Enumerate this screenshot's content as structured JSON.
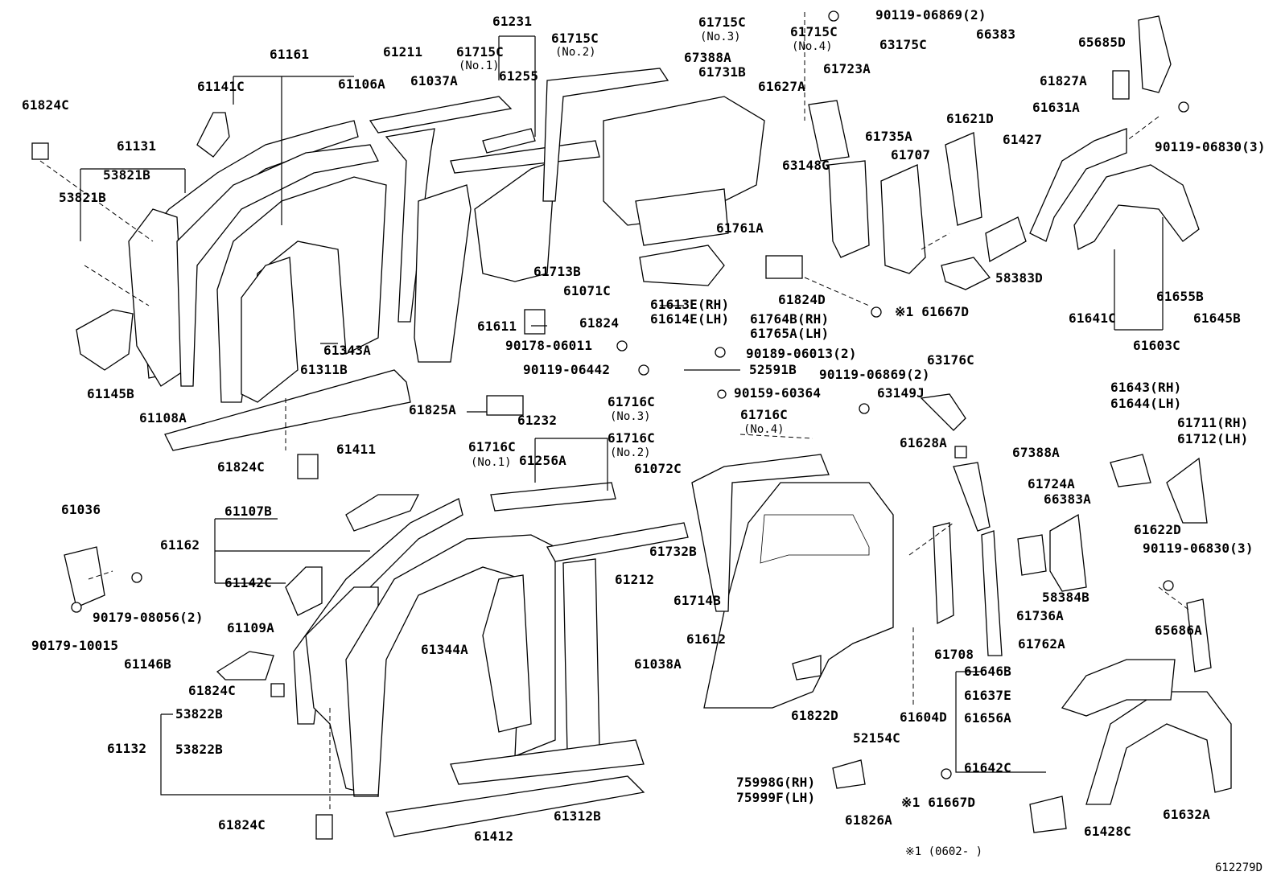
{
  "labels": {
    "l61161": "61161",
    "l61211": "61211",
    "l61231": "61231",
    "l61715C_1": "61715C",
    "l61715C_1n": "(No.1)",
    "l61715C_2": "61715C",
    "l61715C_2n": "(No.2)",
    "l61715C_3": "61715C",
    "l61715C_3n": "(No.3)",
    "l61715C_4": "61715C",
    "l61715C_4n": "(No.4)",
    "l90119_06869a": "90119-06869(2)",
    "l66383": "66383",
    "l65685D": "65685D",
    "l61141C": "61141C",
    "l61106A": "61106A",
    "l61037A": "61037A",
    "l61255": "61255",
    "l67388A_a": "67388A",
    "l61731B": "61731B",
    "l61627A": "61627A",
    "l61723A": "61723A",
    "l63175C": "63175C",
    "l61827A": "61827A",
    "l61824C_a": "61824C",
    "l61131": "61131",
    "l53821B_a": "53821B",
    "l53821B_b": "53821B",
    "l61621D": "61621D",
    "l61631A": "61631A",
    "l61427": "61427",
    "l90119_06830a": "90119-06830(3)",
    "l61735A": "61735A",
    "l61707": "61707",
    "l63148G": "63148G",
    "l61761A": "61761A",
    "l61713B": "61713B",
    "l61071C": "61071C",
    "l61613E": "61613E(RH)",
    "l61614E": "61614E(LH)",
    "l61764B": "61764B(RH)",
    "l61765A": "61765A(LH)",
    "l61824D": "61824D",
    "l61667D_a": "※1 61667D",
    "l58383D": "58383D",
    "l61655B": "61655B",
    "l61641C": "61641C",
    "l61645B": "61645B",
    "l61603C": "61603C",
    "l61145B": "61145B",
    "l61611": "61611",
    "l61824": "61824",
    "l90178_06011": "90178-06011",
    "l90189_06013": "90189-06013(2)",
    "l61343A": "61343A",
    "l61311B": "61311B",
    "l90119_06442": "90119-06442",
    "l52591B": "52591B",
    "l90119_06869b": "90119-06869(2)",
    "l63176C": "63176C",
    "l61108A": "61108A",
    "l90159_60364": "90159-60364",
    "l63149J": "63149J",
    "l61825A": "61825A",
    "l61716C_3": "61716C",
    "l61716C_3n": "(No.3)",
    "l61716C_4": "61716C",
    "l61716C_4n": "(No.4)",
    "l61643": "61643(RH)",
    "l61644": "61644(LH)",
    "l61411": "61411",
    "l61232": "61232",
    "l61716C_2": "61716C",
    "l61716C_2n": "(No.2)",
    "l61711": "61711(RH)",
    "l61712": "61712(LH)",
    "l61824C_b": "61824C",
    "l61716C_1": "61716C",
    "l61716C_1n": "(No.1)",
    "l61256A": "61256A",
    "l61072C": "61072C",
    "l61628A": "61628A",
    "l67388A_b": "67388A",
    "l61036": "61036",
    "l61724A": "61724A",
    "l61107B": "61107B",
    "l66383A": "66383A",
    "l61162": "61162",
    "l61622D": "61622D",
    "l61732B": "61732B",
    "l90119_06830b": "90119-06830(3)",
    "l61142C": "61142C",
    "l61212": "61212",
    "l58384B": "58384B",
    "l90179_08056": "90179-08056(2)",
    "l61714B": "61714B",
    "l61736A": "61736A",
    "l61109A": "61109A",
    "l65686A": "65686A",
    "l90179_10015": "90179-10015",
    "l61612": "61612",
    "l61344A": "61344A",
    "l61038A": "61038A",
    "l61708": "61708",
    "l61762A": "61762A",
    "l61146B": "61146B",
    "l61646B": "61646B",
    "l61824C_c": "61824C",
    "l61637E": "61637E",
    "l61822D": "61822D",
    "l53822B_a": "53822B",
    "l61604D": "61604D",
    "l61656A": "61656A",
    "l52154C": "52154C",
    "l61132": "61132",
    "l53822B_b": "53822B",
    "l61642C": "61642C",
    "l75998G": "75998G(RH)",
    "l75999F": "75999F(LH)",
    "l61667D_b": "※1 61667D",
    "l61632A": "61632A",
    "l61824C_d": "61824C",
    "l61412": "61412",
    "l61312B": "61312B",
    "l61826A": "61826A",
    "l61428C": "61428C",
    "note": "※1 (0602-        )",
    "ref": "612279D"
  }
}
